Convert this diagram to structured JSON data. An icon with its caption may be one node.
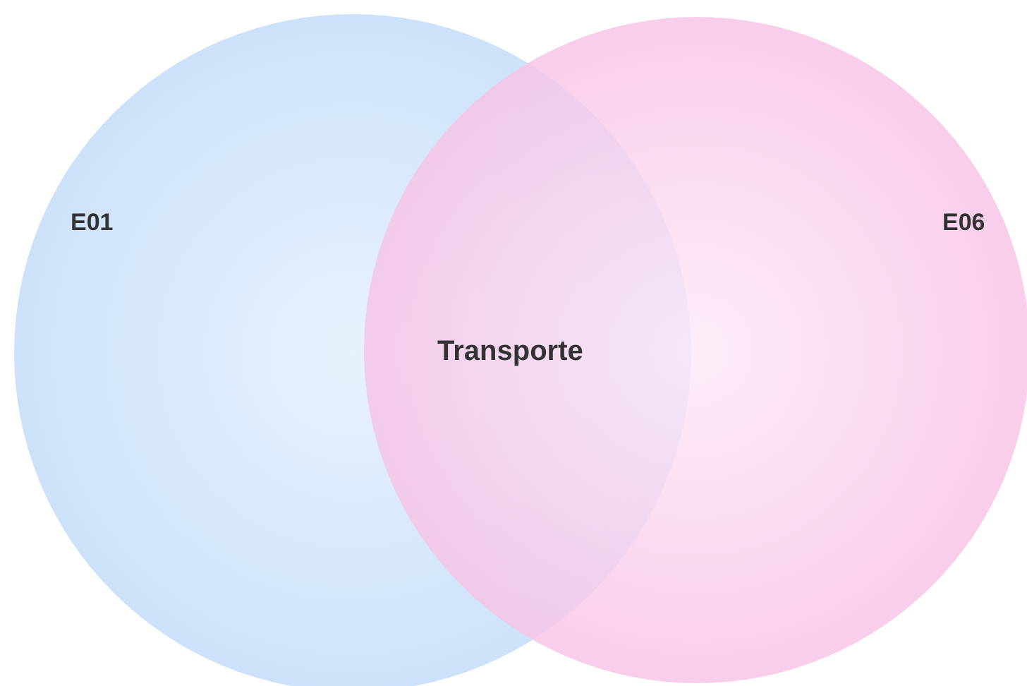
{
  "diagram": {
    "nodes": [
      {
        "text": [
          "E01"
        ]
      },
      {
        "text": [
          "E06"
        ]
      }
    ],
    "labels": [
      "Transporte"
    ]
  }
}
